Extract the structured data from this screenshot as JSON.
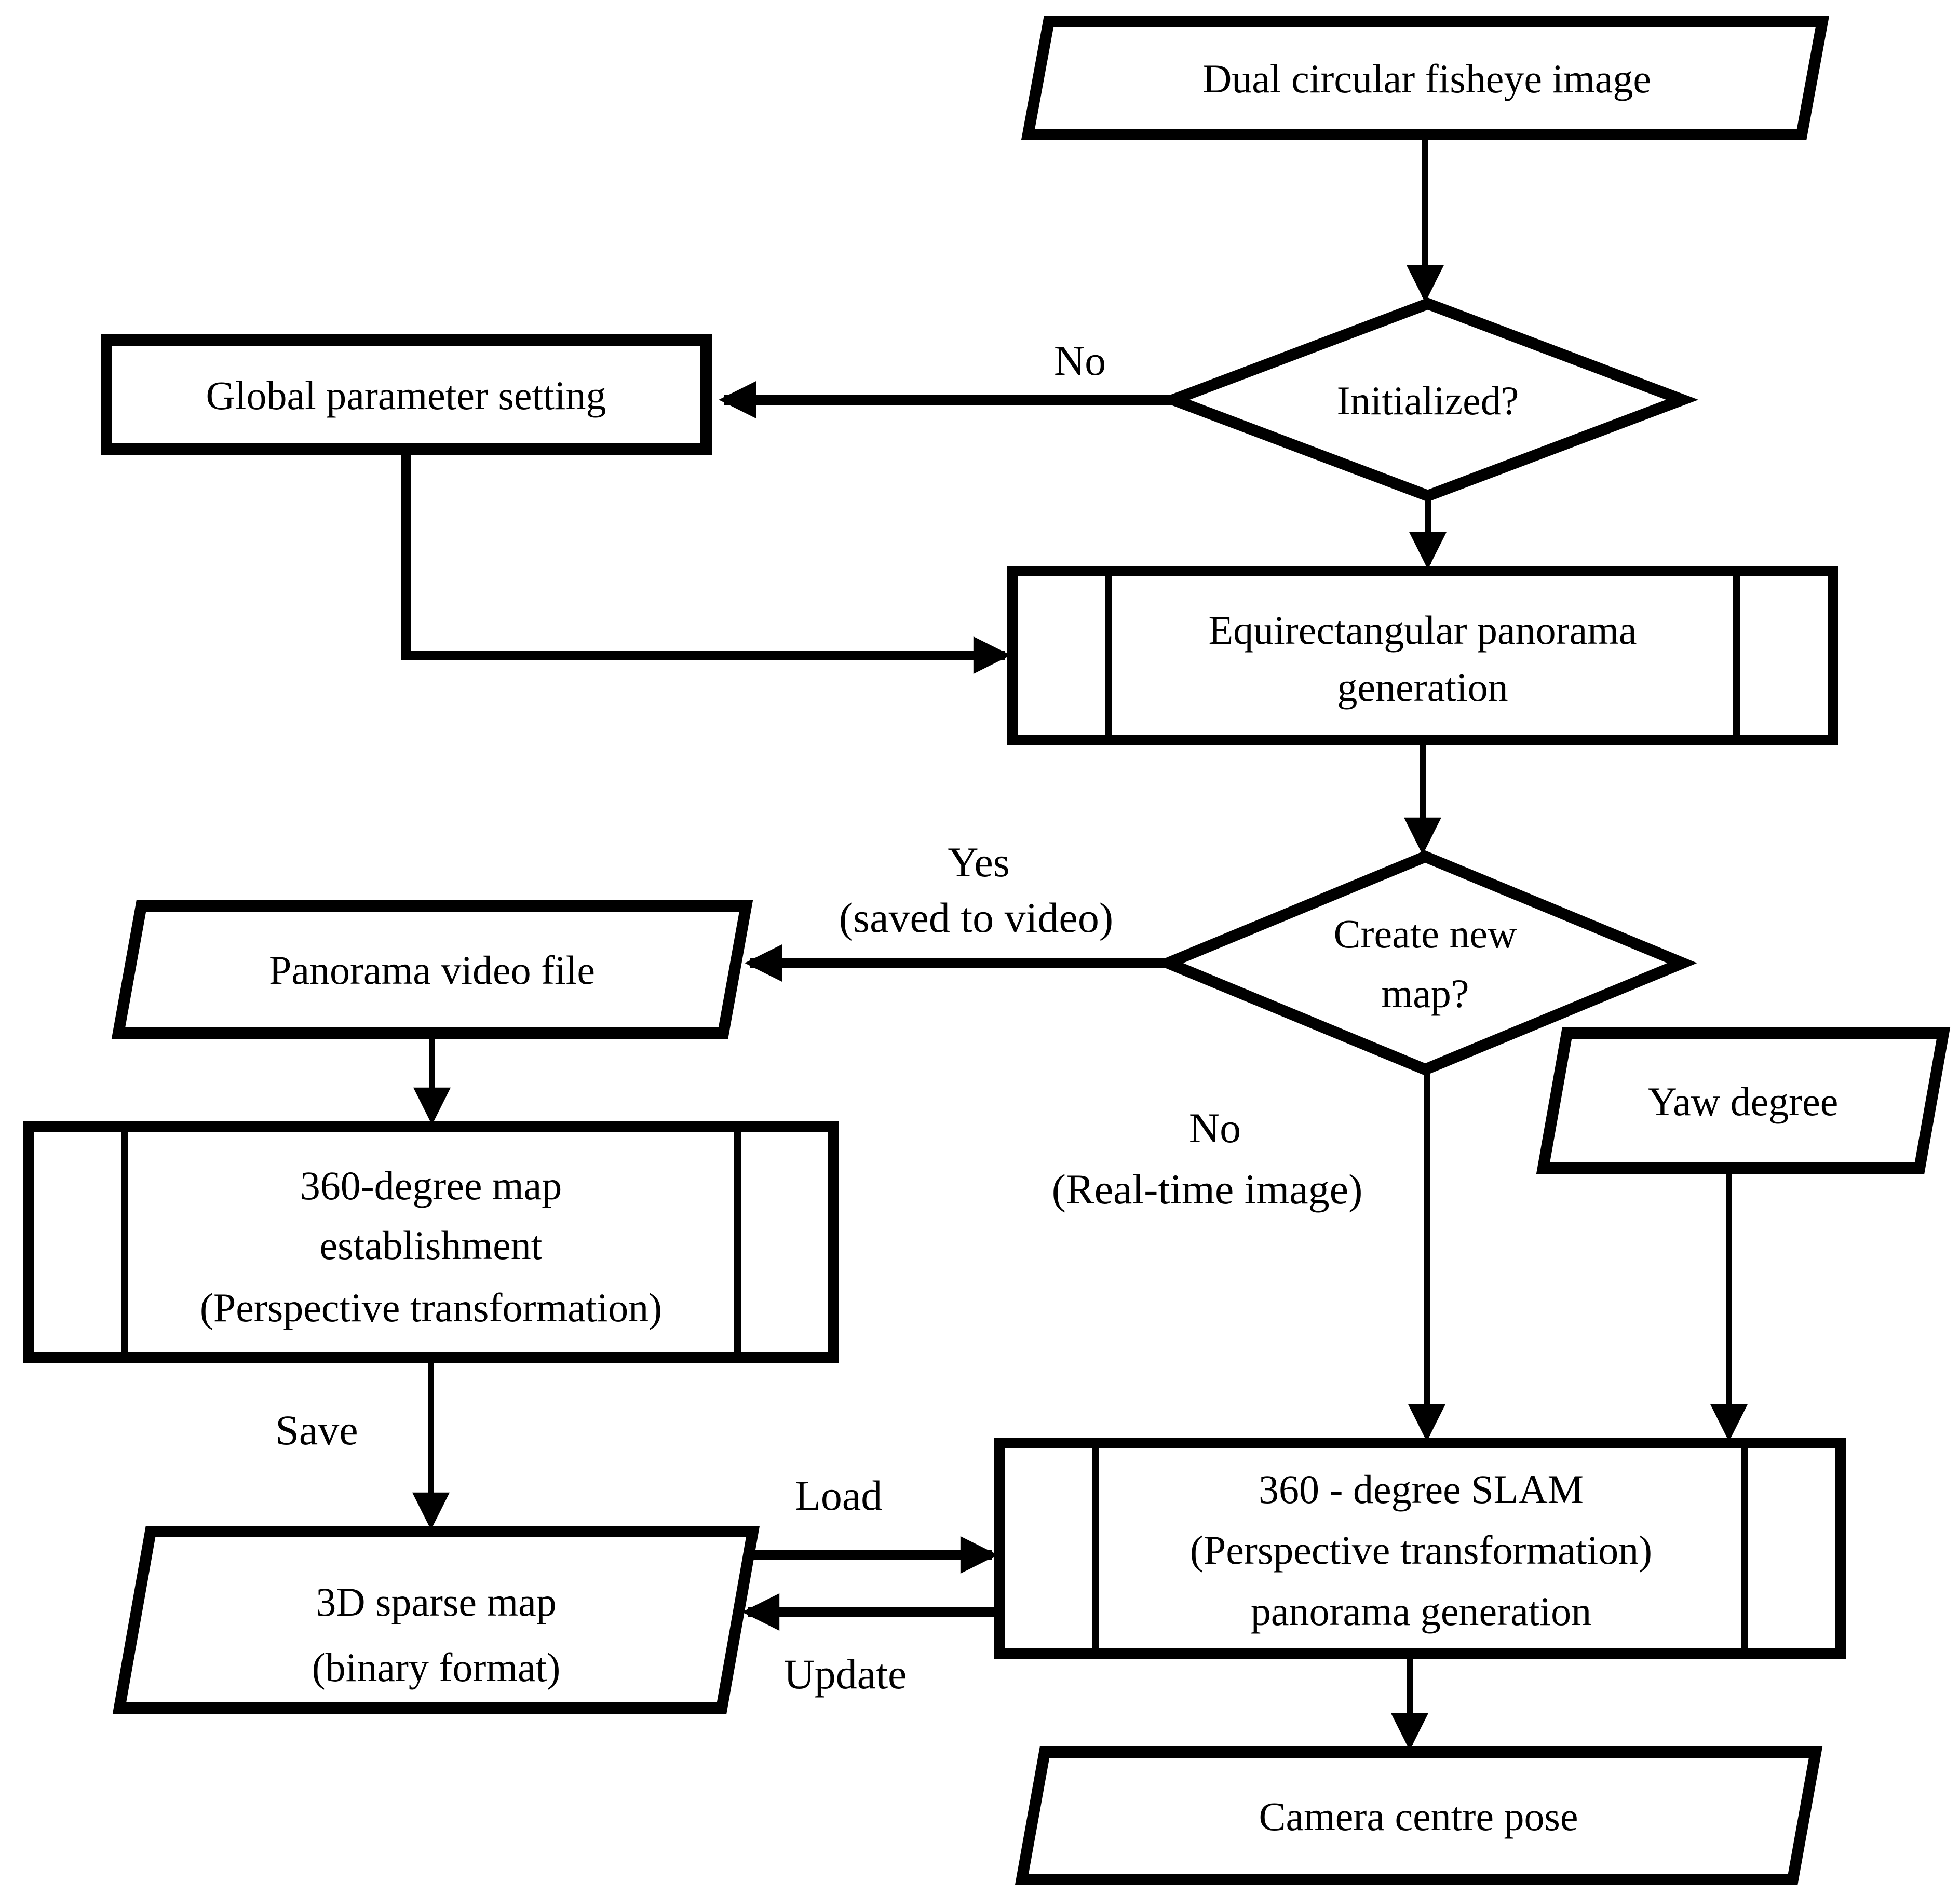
{
  "nodes": {
    "fisheye": {
      "type": "parallelogram-io",
      "label": "Dual circular fisheye image"
    },
    "initialized": {
      "type": "decision",
      "label": "Initialized?"
    },
    "global_param": {
      "type": "process",
      "label": "Global parameter setting"
    },
    "equirect": {
      "type": "subprocess",
      "line1": "Equirectangular panorama",
      "line2": "generation"
    },
    "create_new_map": {
      "type": "decision",
      "line1": "Create new",
      "line2": "map?"
    },
    "panorama_video": {
      "type": "parallelogram-io",
      "label": "Panorama video file"
    },
    "map_establish": {
      "type": "subprocess",
      "line1": "360-degree map",
      "line2": "establishment",
      "line3": "(Perspective transformation)"
    },
    "sparse_map": {
      "type": "parallelogram-io",
      "line1": "3D sparse map",
      "line2": "(binary format)"
    },
    "yaw": {
      "type": "parallelogram-io",
      "label": "Yaw degree"
    },
    "slam": {
      "type": "subprocess",
      "line1": "360 - degree SLAM",
      "line2": "(Perspective transformation)",
      "line3": "panorama generation"
    },
    "camera_pose": {
      "type": "parallelogram-io",
      "label": "Camera centre pose"
    }
  },
  "edges": {
    "no_init": "No",
    "yes_line1": "Yes",
    "yes_line2": "(saved to video)",
    "no_realtime_line1": "No",
    "no_realtime_line2": "(Real-time image)",
    "save": "Save",
    "load": "Load",
    "update": "Update"
  },
  "colors": {
    "stroke": "#000000",
    "background": "#ffffff"
  }
}
